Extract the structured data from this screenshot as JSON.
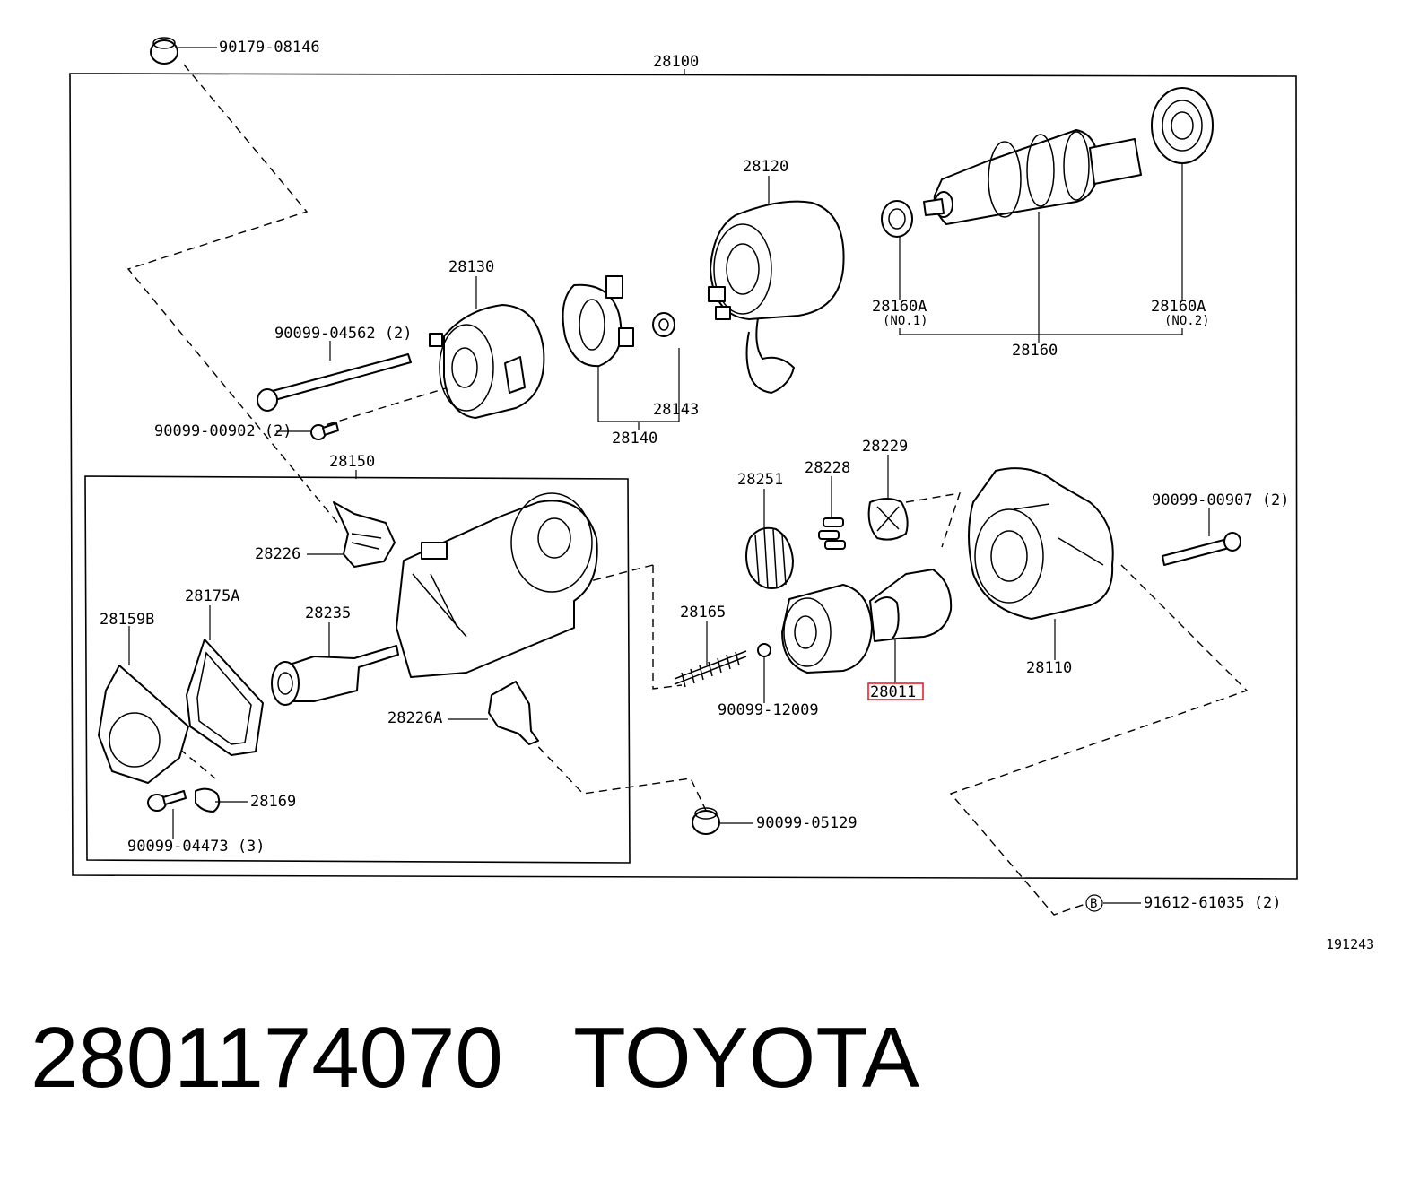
{
  "labels": {
    "nut_top": "90179-08146",
    "assembly": "28100",
    "yoke": "28120",
    "armature_bearing_no1": "28160A",
    "no1": "(NO.1)",
    "armature_bearing_no2": "28160A",
    "no2": "(NO.2)",
    "armature": "28160",
    "commutator_end_frame": "28130",
    "through_bolt": "90099-04562 (2)",
    "screw": "90099-00902 (2)",
    "brush_holder": "28140",
    "brush_spring": "28143",
    "magnetic_switch": "28150",
    "terminal_bolt": "28226",
    "end_cover_gasket": "28175A",
    "end_cover": "28159B",
    "plunger": "28235",
    "terminal_bolt_a": "28226A",
    "cover_bolt": "90099-04473 (3)",
    "clip": "28169",
    "idler_gear": "28251",
    "bearing_rollers": "28228",
    "retainer": "28229",
    "return_spring": "28165",
    "steel_ball": "90099-12009",
    "clutch_assembly": "28011",
    "housing": "28110",
    "housing_bolt": "90099-00907 (2)",
    "nut_bottom": "90099-05129",
    "mark_b": "B",
    "flange_bolt": "91612-61035 (2)",
    "figure_code": "191243"
  },
  "caption": {
    "part_number": "2801174070",
    "brand": "TOYOTA"
  },
  "colors": {
    "line": "#000000",
    "highlight": "#e0242c",
    "background": "#ffffff"
  }
}
